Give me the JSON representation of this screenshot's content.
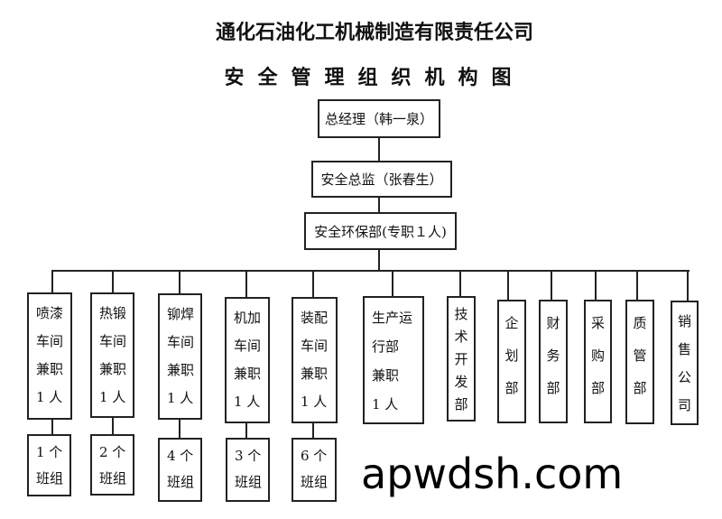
{
  "title": "通化石油化工机械制造有限责任公司",
  "subtitle": "安全管理组织机构图",
  "top_chain": [
    "总经理（韩一泉）",
    "安全总监（张春生）",
    "安全环保部(专职１人)"
  ],
  "departments": [
    {
      "lines": [
        "喷漆",
        "车间",
        "兼职",
        "1 人"
      ],
      "teams": [
        "1 个",
        "班组"
      ]
    },
    {
      "lines": [
        "热锻",
        "车间",
        "兼职",
        "1 人"
      ],
      "teams": [
        "2 个",
        "班组"
      ]
    },
    {
      "lines": [
        "铆焊",
        "车间",
        "兼职",
        "1 人"
      ],
      "teams": [
        "4 个",
        "班组"
      ]
    },
    {
      "lines": [
        "机加",
        "车间",
        "兼职",
        "1 人"
      ],
      "teams": [
        "3 个",
        "班组"
      ]
    },
    {
      "lines": [
        "装配",
        "车间",
        "兼职",
        "1 人"
      ],
      "teams": [
        "6 个",
        "班组"
      ]
    },
    {
      "lines": [
        "生产运",
        "行部",
        "兼职",
        "1 人"
      ]
    },
    {
      "lines": [
        "技",
        "术",
        "开",
        "发",
        "部"
      ]
    },
    {
      "lines": [
        "企",
        "划",
        "部"
      ]
    },
    {
      "lines": [
        "财",
        "务",
        "部"
      ]
    },
    {
      "lines": [
        "采",
        "购",
        "部"
      ]
    },
    {
      "lines": [
        "质",
        "管",
        "部"
      ]
    },
    {
      "lines": [
        "销",
        "售",
        "公",
        "司"
      ]
    }
  ],
  "watermark": "apwdsh.com"
}
